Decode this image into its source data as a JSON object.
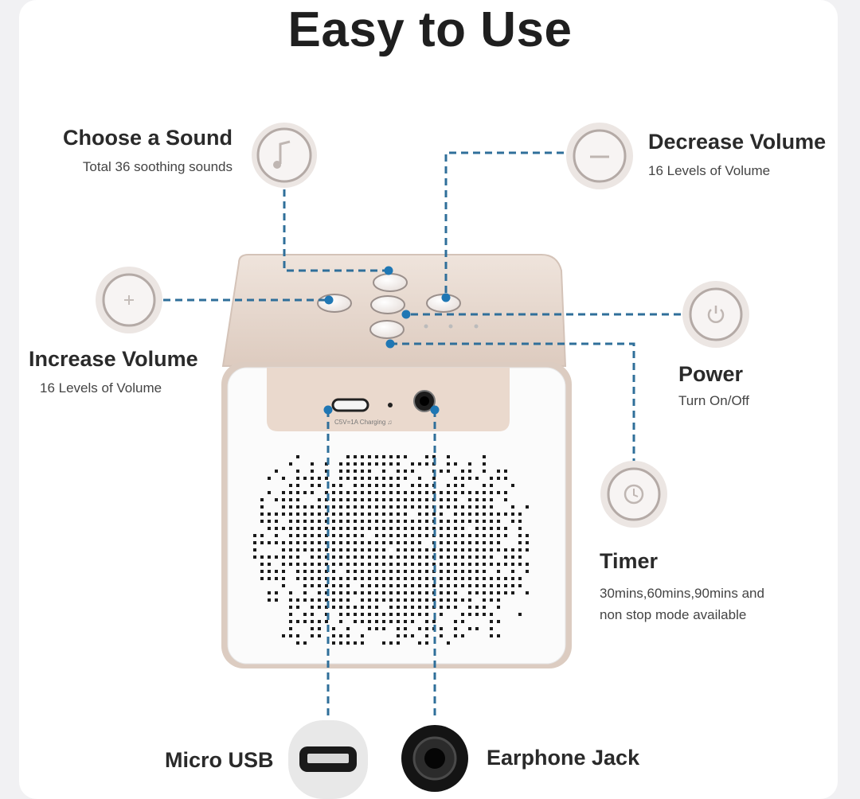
{
  "title": "Easy to Use",
  "features": {
    "choose_sound": {
      "label": "Choose a Sound",
      "detail": "Total 36 soothing sounds",
      "icon": "music-note-icon"
    },
    "decrease_volume": {
      "label": "Decrease Volume",
      "detail": "16 Levels of Volume",
      "icon": "minus-icon"
    },
    "increase_volume": {
      "label": "Increase Volume",
      "detail": "16 Levels of Volume",
      "icon": "plus-icon"
    },
    "power": {
      "label": "Power",
      "detail": "Turn On/Off",
      "icon": "power-icon"
    },
    "timer": {
      "label": "Timer",
      "detail_line1": "30mins,60mins,90mins and",
      "detail_line2": "non stop mode available",
      "icon": "clock-icon"
    },
    "micro_usb": {
      "label": "Micro USB",
      "icon": "micro-usb-port-icon"
    },
    "earphone_jack": {
      "label": "Earphone Jack",
      "icon": "earphone-jack-icon"
    }
  },
  "device_port_text": "C5V=1A  Charging  ♫",
  "colors": {
    "dashed_line": "#2f6f9a",
    "dot": "#1f77b4",
    "device_top": "#e6d6cc",
    "device_face": "#fafafa",
    "icon_ring": "#d2c9c6"
  }
}
